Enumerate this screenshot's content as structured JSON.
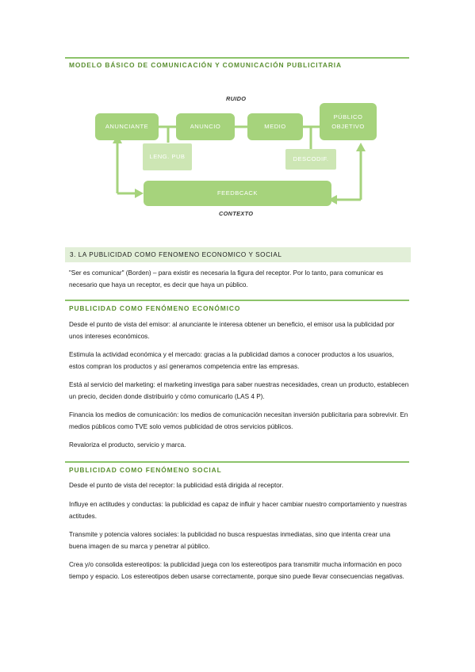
{
  "section1": {
    "heading": "MODELO BÁSICO DE COMUNICACIÓN Y COMUNICACIÓN PUBLICITARIA"
  },
  "diagram": {
    "ruido": "RUIDO",
    "contexto": "CONTEXTO",
    "anunciante": "ANUNCIANTE",
    "anuncio": "ANUNCIO",
    "medio": "MEDIO",
    "publico": "PÚBLICO OBJETIVO",
    "leng_pub": "LENG. PUB",
    "descodif": "DESCODIF.",
    "feedback": "FEEDBCACK",
    "colors": {
      "main": "#a6d37c",
      "light": "#cde6b4",
      "accent": "#8cc36a"
    }
  },
  "section3": {
    "band_title": "3. LA PUBLICIDAD COMO FENOMENO ECONOMICO Y SOCIAL",
    "intro": "\"Ser es comunicar\" (Borden) – para existir es necesaria la figura del receptor. Por lo tanto, para comunicar es necesario que haya un receptor, es decir que haya un público."
  },
  "economic": {
    "heading": "PUBLICIDAD COMO FENÓMENO ECONÓMICO",
    "paragraphs": [
      "Desde el punto de vista del emisor: al anunciante le interesa obtener un beneficio, el emisor usa la publicidad por unos intereses económicos.",
      "Estimula la actividad económica y el mercado: gracias a la publicidad damos a conocer productos a los usuarios, estos compran los productos y así generamos competencia entre las empresas.",
      "Está al servicio del marketing: el marketing investiga para saber nuestras necesidades, crean un producto, establecen un precio, deciden donde distribuirlo y cómo comunicarlo (LAS 4 P).",
      "Financia los medios de comunicación: los medios de comunicación necesitan inversión publicitaria para sobrevivir. En medios públicos como TVE solo vemos publicidad de otros servicios públicos.",
      "Revaloriza el producto, servicio y marca."
    ]
  },
  "social": {
    "heading": "PUBLICIDAD COMO FENÓMENO SOCIAL",
    "paragraphs": [
      "Desde el punto de vista del receptor: la publicidad está dirigida al receptor.",
      "Influye en actitudes y conductas: la publicidad es capaz de influir y hacer cambiar nuestro comportamiento y nuestras actitudes.",
      "Transmite y potencia valores sociales: la publicidad no busca respuestas inmediatas, sino que intenta crear una buena imagen de su marca y penetrar al público.",
      "Crea y/o consolida estereotipos: la publicidad juega con los estereotipos para transmitir mucha información en poco tiempo y espacio. Los estereotipos deben usarse correctamente, porque sino puede llevar consecuencias negativas."
    ]
  }
}
